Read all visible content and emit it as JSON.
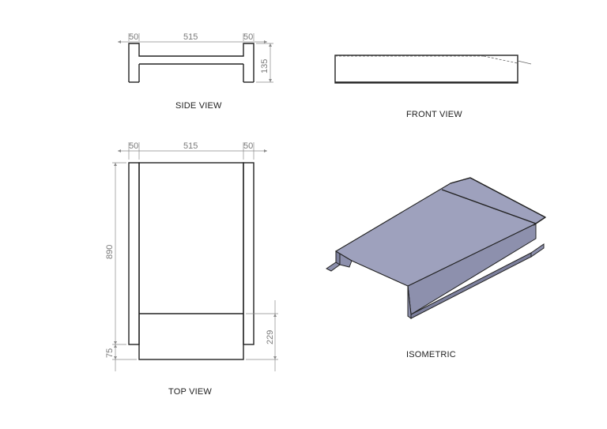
{
  "views": {
    "side": {
      "label": "SIDE VIEW",
      "dims": {
        "left": "50",
        "middle": "515",
        "right": "50",
        "height": "135"
      }
    },
    "front": {
      "label": "FRONT VIEW"
    },
    "top": {
      "label": "TOP VIEW",
      "dims": {
        "left": "50",
        "middle": "515",
        "right": "50",
        "length": "890",
        "tail": "75",
        "step": "229"
      }
    },
    "isometric": {
      "label": "ISOMETRIC"
    }
  },
  "colors": {
    "line": "#222222",
    "dimension": "#8a8a8a",
    "surface_top": "#9ea1bd",
    "surface_side": "#8d90ad",
    "surface_dark": "#7c7f9c"
  }
}
